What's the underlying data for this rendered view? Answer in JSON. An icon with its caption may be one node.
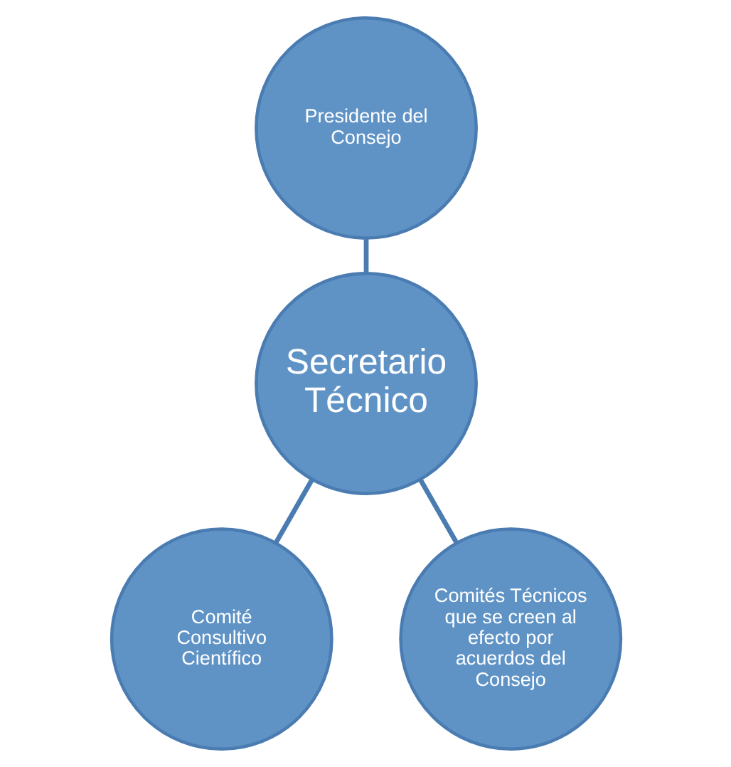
{
  "diagram": {
    "nodes": [
      {
        "text": [
          "Presidente del Consejo"
        ]
      },
      {
        "text": [
          "Secretario Técnico"
        ]
      },
      {
        "text": [
          "Comité Consultivo Científico"
        ]
      },
      {
        "text": [
          "Comités Técnicos que se creen al efecto por acuerdos del Consejo"
        ]
      }
    ],
    "edges": [
      {
        "from": 0,
        "to": 1,
        "arrow": "none"
      },
      {
        "from": 1,
        "to": 2,
        "arrow": "none"
      },
      {
        "from": 1,
        "to": 3,
        "arrow": "none"
      }
    ]
  }
}
